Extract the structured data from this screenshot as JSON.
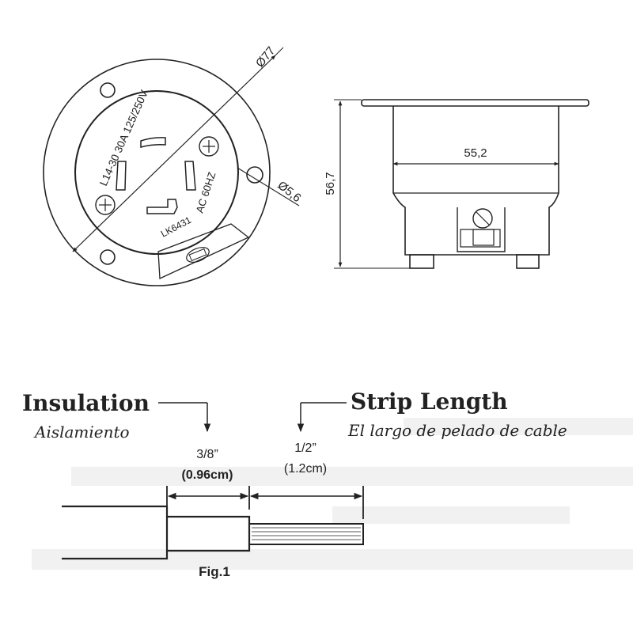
{
  "front_view": {
    "diameter_label": "Ø77",
    "hole_label": "Ø5,6",
    "rating_text": "L14-30 30A 125/250V",
    "ac_text": "AC 60HZ",
    "model_text": "LK6431"
  },
  "side_view": {
    "width_label": "55,2",
    "height_label": "56,7"
  },
  "strip_figure": {
    "insulation_title": "Insulation",
    "insulation_subtitle": "Aislamiento",
    "strip_title": "Strip Length",
    "strip_subtitle": "El largo de pelado de cable",
    "insulation_dim_in": "3/8”",
    "insulation_dim_cm": "(0.96cm)",
    "strip_dim_in": "1/2”",
    "strip_dim_cm": "(1.2cm)",
    "figure_caption": "Fig.1"
  },
  "colors": {
    "line": "#222222",
    "ghost_text": "#eeeeee"
  }
}
